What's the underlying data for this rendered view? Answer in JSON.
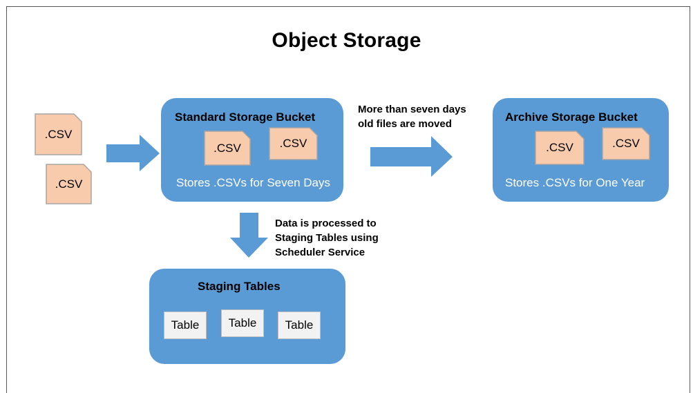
{
  "title": "Object Storage",
  "incoming_files": [
    ".CSV",
    ".CSV"
  ],
  "standard_bucket": {
    "title": "Standard Storage Bucket",
    "files": [
      ".CSV",
      ".CSV"
    ],
    "caption": "Stores .CSVs for Seven Days"
  },
  "archive_bucket": {
    "title": "Archive Storage Bucket",
    "files": [
      ".CSV",
      ".CSV"
    ],
    "caption": "Stores .CSVs for One Year"
  },
  "move_note": [
    "More than seven days",
    "old files are moved"
  ],
  "process_note": [
    "Data is processed to",
    "Staging Tables using",
    "Scheduler Service"
  ],
  "staging": {
    "title": "Staging Tables",
    "tables": [
      "Table",
      "Table",
      "Table"
    ]
  },
  "colors": {
    "bucket_fill": "#5b9bd5",
    "arrow_fill": "#5b9bd5",
    "file_fill": "#f8cbad",
    "file_stroke": "#a5a5a5",
    "table_fill": "#f2f2f2"
  }
}
